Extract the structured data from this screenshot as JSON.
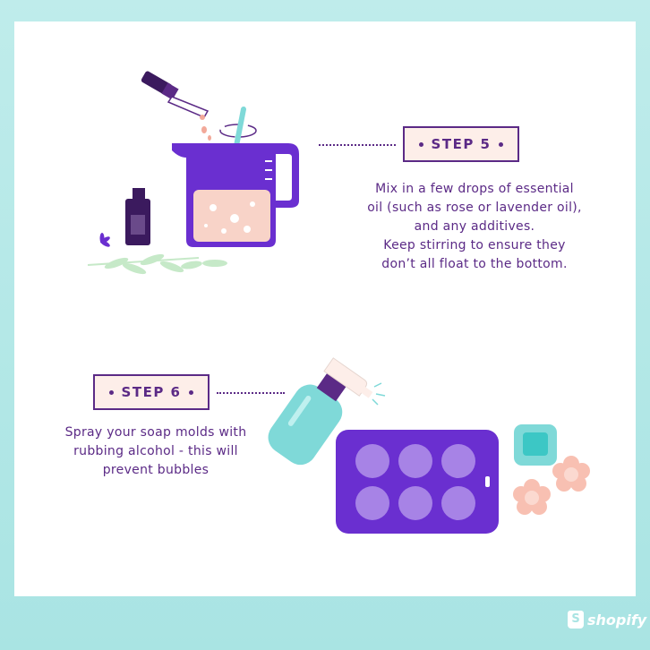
{
  "step5": {
    "label": "STEP 5",
    "lines": [
      "Mix in a few drops of essential",
      "oil (such as rose or lavender oil),",
      "and any additives.",
      "Keep stirring to ensure they",
      "don’t all float to the bottom."
    ]
  },
  "step6": {
    "label": "STEP 6",
    "lines": [
      "Spray your soap molds with",
      "rubbing alcohol - this will",
      "prevent bubbles"
    ]
  },
  "brand": {
    "name": "shopify",
    "icon": "shopify-bag-icon"
  },
  "colors": {
    "purple": "#5b2a86",
    "violet": "#6a2fd0",
    "peach": "#fdeee9",
    "teal": "#7fd9d8",
    "frame": "#a9e4e3"
  }
}
